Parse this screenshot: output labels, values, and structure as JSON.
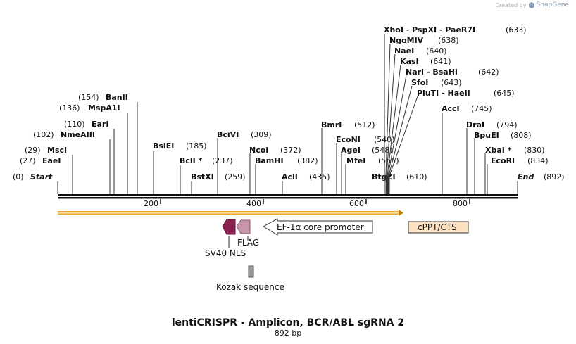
{
  "credit": {
    "prefix": "Created by",
    "brand": "SnapGene",
    "icon": "snapgene-logo-icon"
  },
  "title": "lentiCRISPR - Amplicon, BCR/ABL sgRNA 2",
  "length_label": "892 bp",
  "sequence_length": 892,
  "ends": {
    "start": "Start",
    "start_pos": "(0)",
    "end": "End",
    "end_pos": "(892)"
  },
  "ruler_ticks": [
    "200",
    "400",
    "600",
    "800"
  ],
  "sites": [
    {
      "id": "eaei",
      "name": "EaeI",
      "pos": "(27)",
      "bp": 27
    },
    {
      "id": "msci",
      "name": "MscI",
      "pos": "(29)",
      "bp": 29
    },
    {
      "id": "nmeaiii",
      "name": "NmeAIII",
      "pos": "(102)",
      "bp": 102
    },
    {
      "id": "eari",
      "name": "EarI",
      "pos": "(110)",
      "bp": 110
    },
    {
      "id": "mspa1i",
      "name": "MspA1I",
      "pos": "(136)",
      "bp": 136
    },
    {
      "id": "banii",
      "name": "BanII",
      "pos": "(154)",
      "bp": 154
    },
    {
      "id": "bsiei",
      "name": "BsiEI",
      "pos": "(185)",
      "bp": 185
    },
    {
      "id": "bcli",
      "name": "BclI *",
      "pos": "(237)",
      "bp": 237
    },
    {
      "id": "bstxi",
      "name": "BstXI",
      "pos": "(259)",
      "bp": 259
    },
    {
      "id": "bcivi",
      "name": "BciVI",
      "pos": "(309)",
      "bp": 309
    },
    {
      "id": "ncoi",
      "name": "NcoI",
      "pos": "(372)",
      "bp": 372
    },
    {
      "id": "bamhi",
      "name": "BamHI",
      "pos": "(382)",
      "bp": 382
    },
    {
      "id": "acli",
      "name": "AclI",
      "pos": "(435)",
      "bp": 435
    },
    {
      "id": "bmri",
      "name": "BmrI",
      "pos": "(512)",
      "bp": 512
    },
    {
      "id": "econi",
      "name": "EcoNI",
      "pos": "(540)",
      "bp": 540
    },
    {
      "id": "agei",
      "name": "AgeI",
      "pos": "(548)",
      "bp": 548
    },
    {
      "id": "mfei",
      "name": "MfeI",
      "pos": "(555)",
      "bp": 555
    },
    {
      "id": "btgzi",
      "name": "BtgZI",
      "pos": "(610)",
      "bp": 610
    },
    {
      "id": "xhoi",
      "name": "XhoI  - PspXI  - PaeR7I",
      "pos": "(633)",
      "bp": 633
    },
    {
      "id": "ngomiv",
      "name": "NgoMIV",
      "pos": "(638)",
      "bp": 638
    },
    {
      "id": "naei",
      "name": "NaeI",
      "pos": "(640)",
      "bp": 640
    },
    {
      "id": "kasi",
      "name": "KasI",
      "pos": "(641)",
      "bp": 641
    },
    {
      "id": "nari",
      "name": "NarI  - BsaHI",
      "pos": "(642)",
      "bp": 642
    },
    {
      "id": "sfoi",
      "name": "SfoI",
      "pos": "(643)",
      "bp": 643
    },
    {
      "id": "pluti",
      "name": "PluTI  - HaeII",
      "pos": "(645)",
      "bp": 645
    },
    {
      "id": "acci",
      "name": "AccI",
      "pos": "(745)",
      "bp": 745
    },
    {
      "id": "drai",
      "name": "DraI",
      "pos": "(794)",
      "bp": 794
    },
    {
      "id": "bpuei",
      "name": "BpuEI",
      "pos": "(808)",
      "bp": 808
    },
    {
      "id": "xbai",
      "name": "XbaI *",
      "pos": "(830)",
      "bp": 830
    },
    {
      "id": "ecori",
      "name": "EcoRI",
      "pos": "(834)",
      "bp": 834
    }
  ],
  "features": {
    "primer_bar": {
      "name": "primer-bar",
      "color": "#f0a830"
    },
    "sv40_nls": {
      "label": "SV40 NLS",
      "color": "#8b2252"
    },
    "flag": {
      "label": "FLAG",
      "color": "#c896aa"
    },
    "ef1a": {
      "label": "EF-1α core promoter",
      "color": "#ffffff"
    },
    "cppt": {
      "label": "cPPT/CTS",
      "color": "#fde0c0"
    },
    "kozak": {
      "label": "Kozak sequence",
      "color": "#999999"
    }
  }
}
